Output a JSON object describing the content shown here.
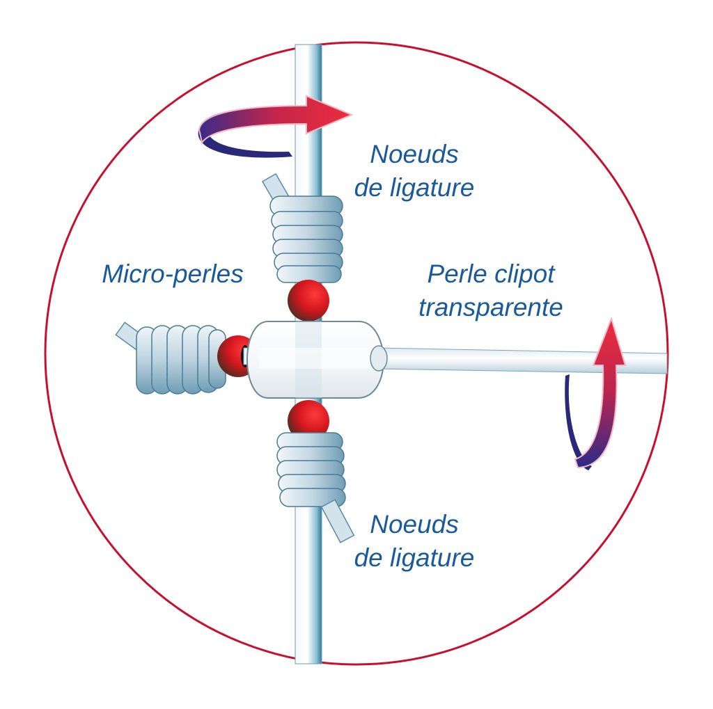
{
  "colors": {
    "circle": "#c8102e",
    "label_text": "#1a5a9a",
    "bead_red": "#d91c24",
    "arrow_red": "#e0263a",
    "arrow_purple": "#3a2a8a",
    "line_blue": "#5a9ab8",
    "coil_blue": "#8fb5c8"
  },
  "labels": {
    "top_knots": {
      "line1": "Noeuds",
      "line2": "de ligature"
    },
    "bottom_knots": {
      "line1": "Noeuds",
      "line2": "de ligature"
    },
    "micro_beads": {
      "line1": "Micro-perles"
    },
    "clip_bead": {
      "line1": "Perle clipot",
      "line2": "transparente"
    }
  },
  "icons": {
    "top_arrow": "rotation-arrow-icon",
    "right_arrow": "rotation-arrow-icon"
  }
}
